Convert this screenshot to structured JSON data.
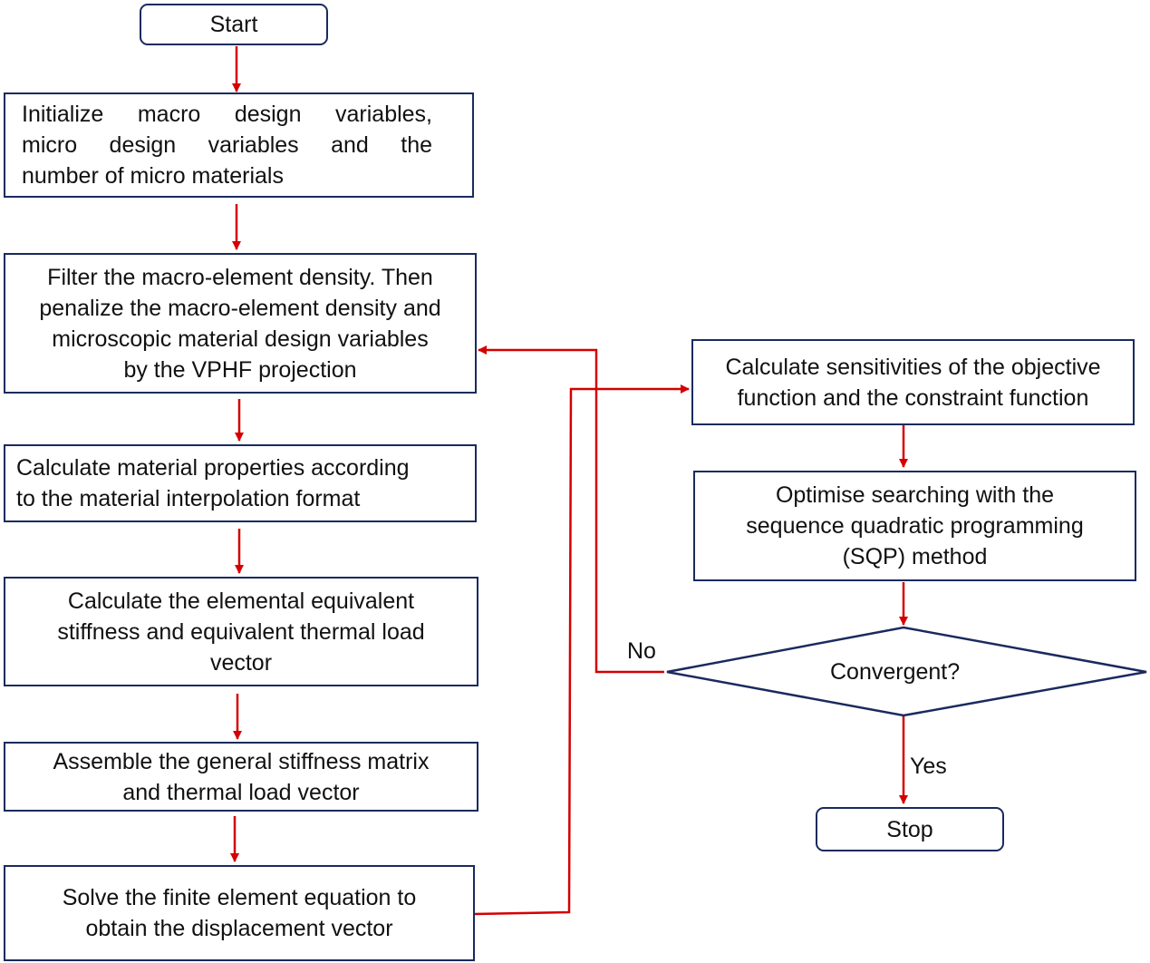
{
  "flowchart": {
    "start": "Start",
    "initialize": [
      "Initialize macro design variables,",
      "micro design variables and the",
      "number of micro materials"
    ],
    "filter": [
      "Filter the macro-element density. Then",
      "penalize the macro-element density and",
      "microscopic material design variables",
      "by the VPHF  projection"
    ],
    "material_props": [
      "Calculate material properties according",
      "to the material interpolation format"
    ],
    "elemental": [
      "Calculate the elemental equivalent",
      "stiffness and equivalent thermal load",
      "vector"
    ],
    "assemble": [
      "Assemble the general stiffness matrix",
      "and thermal load vector"
    ],
    "solve": [
      "Solve the finite element equation to",
      "obtain the displacement vector"
    ],
    "sensitivities": [
      "Calculate sensitivities of the objective",
      "function and the constraint function"
    ],
    "optimise": [
      "Optimise searching with the",
      "sequence quadratic programming",
      "(SQP) method"
    ],
    "decision": "Convergent?",
    "no_label": "No",
    "yes_label": "Yes",
    "stop": "Stop"
  },
  "colors": {
    "border": "#1a2a5e",
    "arrow": "#d40000",
    "text": "#111111"
  }
}
